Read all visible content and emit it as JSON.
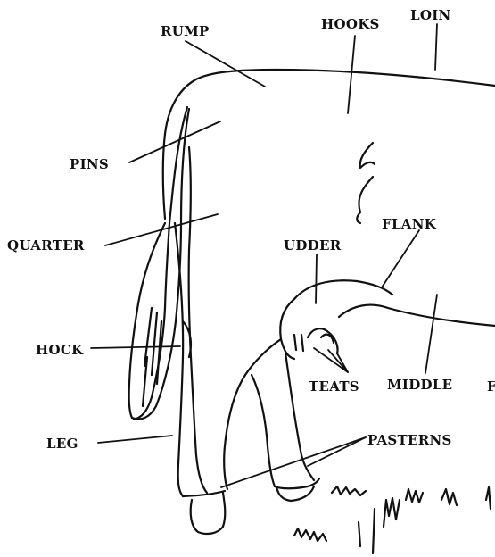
{
  "labels": {
    "rump": "RUMP",
    "hooks": "HOOKS",
    "loin": "LOIN",
    "pins": "PINS",
    "quarter": "QUARTER",
    "flank": "FLANK",
    "udder": "UDDER",
    "hock": "HOCK",
    "teats": "TEATS",
    "middle": "MIDDLE",
    "leg": "LEG",
    "pasterns": "PASTERNS",
    "cut_off": "F"
  },
  "colors": {
    "ink": "#111111",
    "paper": "#ffffff"
  }
}
